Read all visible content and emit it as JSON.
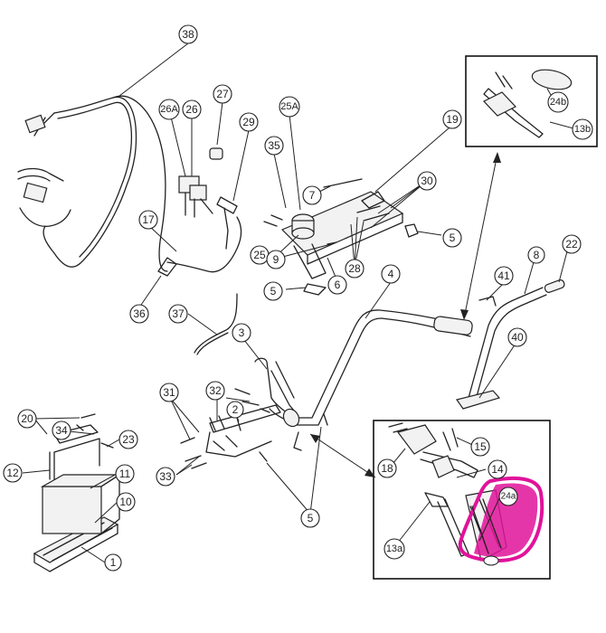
{
  "callouts": {
    "p1": "1",
    "p3": "3",
    "p4": "4",
    "p5a": "5",
    "p5b": "5",
    "p5c": "5",
    "p5d": "5",
    "p6": "6",
    "p7": "7",
    "p8": "8",
    "p9": "9",
    "p10": "10",
    "p11": "11",
    "p12": "12",
    "p13a": "13a",
    "p13b": "13b",
    "p14": "14",
    "p15": "15",
    "p17": "17",
    "p18": "18",
    "p19": "19",
    "p20": "20",
    "p22": "22",
    "p23": "23",
    "p24a": "24a",
    "p24b": "24b",
    "p25": "25",
    "p25A": "25A",
    "p26": "26",
    "p26A": "26A",
    "p27": "27",
    "p28": "28",
    "p29": "29",
    "p30": "30",
    "p31": "31",
    "p32": "32",
    "p33": "33",
    "p34": "34",
    "p35": "35",
    "p36": "36",
    "p37": "37",
    "p38": "38",
    "p40": "40",
    "p41": "41",
    "p2": "2"
  },
  "colors": {
    "highlight": "#e0139a",
    "line": "#222222"
  }
}
